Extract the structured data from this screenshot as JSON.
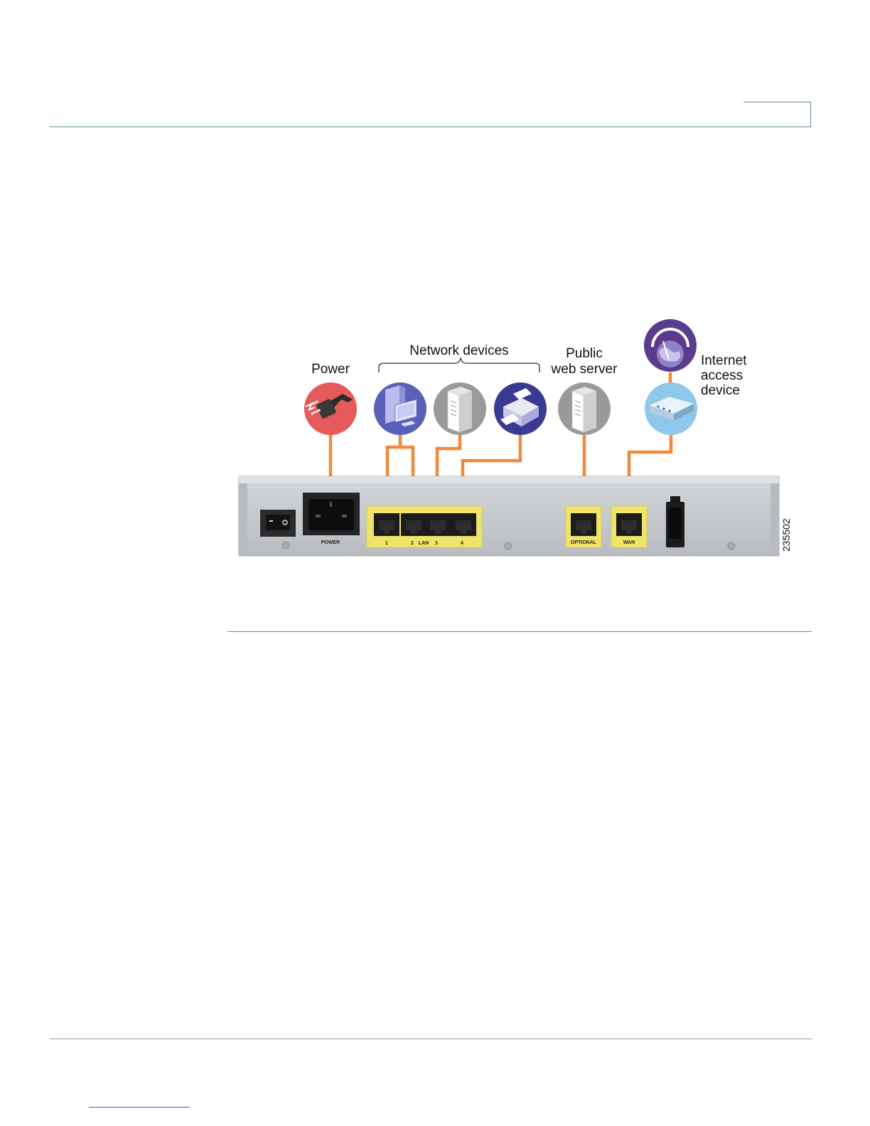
{
  "diagram": {
    "labels": {
      "power": "Power",
      "network_devices": "Network devices",
      "public_line1": "Public",
      "public_line2": "web server",
      "internet_line1": "Internet",
      "internet_line2": "access",
      "internet_line3": "device"
    },
    "ports": {
      "lan1": "1",
      "lan2": "2",
      "lan": "LAN",
      "lan3": "3",
      "lan4": "4",
      "power": "POWER",
      "optional": "OPTIONAL",
      "wan": "WAN"
    },
    "figure_id": "235502",
    "colors": {
      "cable": "#f08a3a",
      "port_highlight": "#f0e36a",
      "chassis": "#c9cccf",
      "power_circle": "#e55a5a",
      "pc_circle": "#5b5fb8",
      "server_circle": "#9a9a9a",
      "printer_circle": "#3b3a93",
      "globe_circle": "#5a3c8c",
      "modem_circle": "#8ec8ea"
    }
  }
}
